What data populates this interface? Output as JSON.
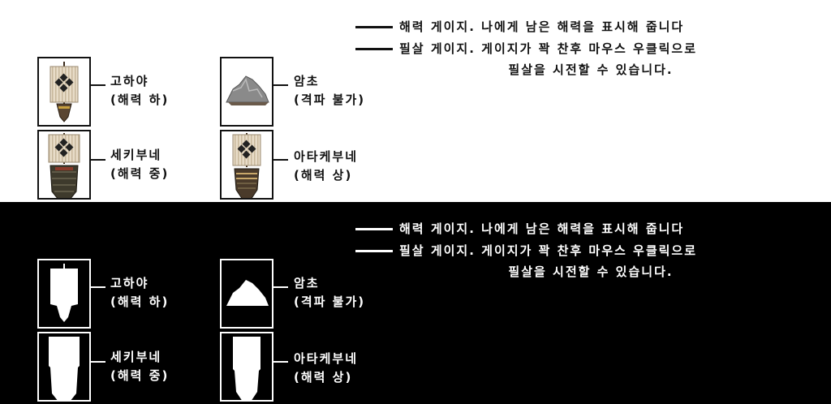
{
  "legend": {
    "hp_gauge": "해력 게이지. 나에게 남은 해력을 표시해 줍니다",
    "special_gauge_line1": "필살 게이지. 게이지가 꽉 찬후 마우스 우클릭으로",
    "special_gauge_line2": "필살을 시전할 수 있습니다."
  },
  "units": {
    "kohaya": {
      "name": "고하야",
      "desc": "(해력 하)"
    },
    "reef": {
      "name": "암초",
      "desc": "(격파 불가)"
    },
    "sekibune": {
      "name": "세키부네",
      "desc": "(해력 중)"
    },
    "atakebune": {
      "name": "아타케부네",
      "desc": "(해력 상)"
    }
  },
  "colors": {
    "top_background": "#ffffff",
    "bottom_background": "#000000",
    "sail": "#e8dcc8",
    "sail_stripe": "#c8b89c",
    "hull": "#5a4632",
    "rock": "#8a8a8a"
  },
  "icons": {
    "kohaya": "small-ship-icon",
    "reef": "rock-icon",
    "sekibune": "medium-ship-icon",
    "atakebune": "large-ship-icon"
  }
}
